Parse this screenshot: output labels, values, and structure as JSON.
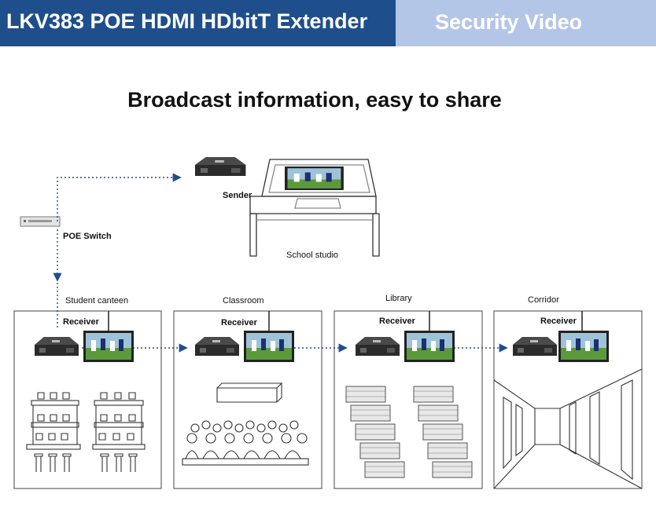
{
  "header": {
    "title": "LKV383 POE HDMI HDbitT Extender",
    "subtitle": "Security Video",
    "color_left": "#1f4e8c",
    "color_right": "#b4c6e7"
  },
  "headline": "Broadcast information, easy to share",
  "devices": {
    "sender": "Sender",
    "poe_switch": "POE Switch",
    "studio": "School studio",
    "receiver": "Receiver"
  },
  "rooms": [
    {
      "label": "Student canteen"
    },
    {
      "label": "Classroom"
    },
    {
      "label": "Library"
    },
    {
      "label": "Corridor"
    }
  ],
  "colors": {
    "link": "#1f4e8c",
    "device": "#2b2b2b",
    "screen_grass": "#5b9a3b"
  }
}
